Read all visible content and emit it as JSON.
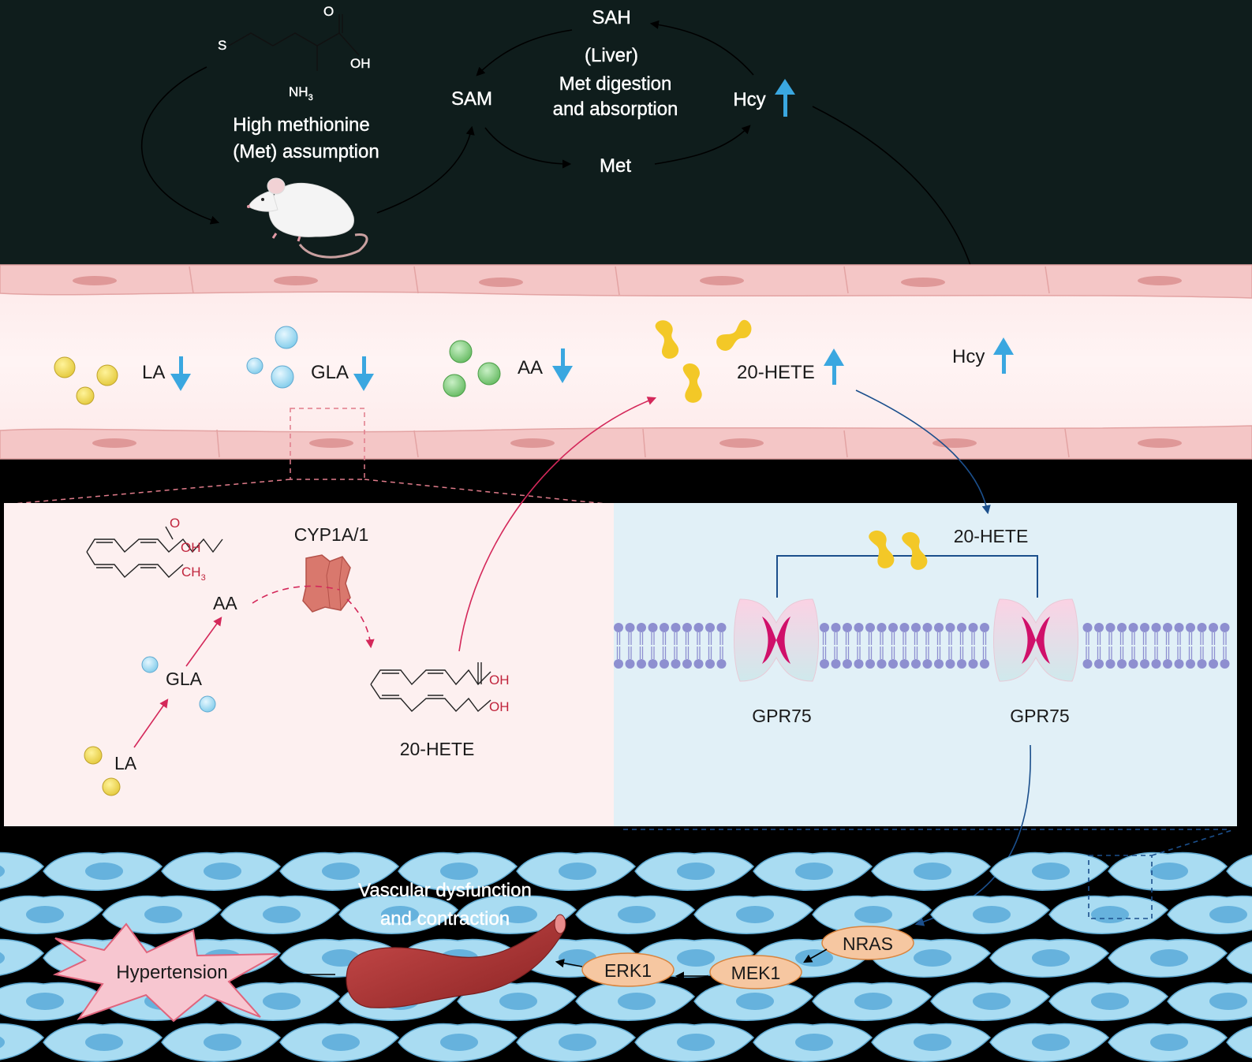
{
  "colors": {
    "top_bg": "#0f1d1c",
    "vessel_pink": "#fbe2e2",
    "membrane_purple": "#8e8fd0",
    "receptor_magenta": "#d0106a",
    "hete_yellow": "#f3c827",
    "arrow_red": "#d4285a",
    "arrow_blue": "#1b4f8c",
    "up_down_arrow": "#3aa7e0",
    "smc_blue": "#a9dcf2",
    "kinase_orange": "#f6c7a1",
    "burst_pink": "#f7c6d0"
  },
  "top": {
    "met_structure_labels": {
      "s": "S",
      "o": "O",
      "oh": "OH",
      "nh3": "NH",
      "nh3_sub": "3"
    },
    "intake_label_line1": "High methionine",
    "intake_label_line2": "(Met) assumption",
    "sah": "SAH",
    "liver_line1": "(Liver)",
    "liver_line2": "Met digestion",
    "liver_line3": "and absorption",
    "sam": "SAM",
    "met": "Met",
    "hcy": "Hcy"
  },
  "vessel": {
    "la": "LA",
    "gla": "GLA",
    "aa": "AA",
    "hete": "20-HETE",
    "hcy": "Hcy"
  },
  "left_panel": {
    "la_structure_labels": {
      "o": "O",
      "oh": "OH",
      "ch3": "CH",
      "ch3_sub": "3"
    },
    "enzyme": "CYP1A/1",
    "aa": "AA",
    "gla": "GLA",
    "la": "LA",
    "hete_structure_labels": {
      "oh1": "OH",
      "oh2": "OH"
    },
    "hete": "20-HETE"
  },
  "right_panel": {
    "hete": "20-HETE",
    "receptor_left": "GPR75",
    "receptor_right": "GPR75"
  },
  "bottom": {
    "dysfunction_line1": "Vascular dysfunction",
    "dysfunction_line2": "and contraction",
    "hypertension": "Hypertension",
    "nras": "NRAS",
    "mek1": "MEK1",
    "erk1": "ERK1"
  }
}
